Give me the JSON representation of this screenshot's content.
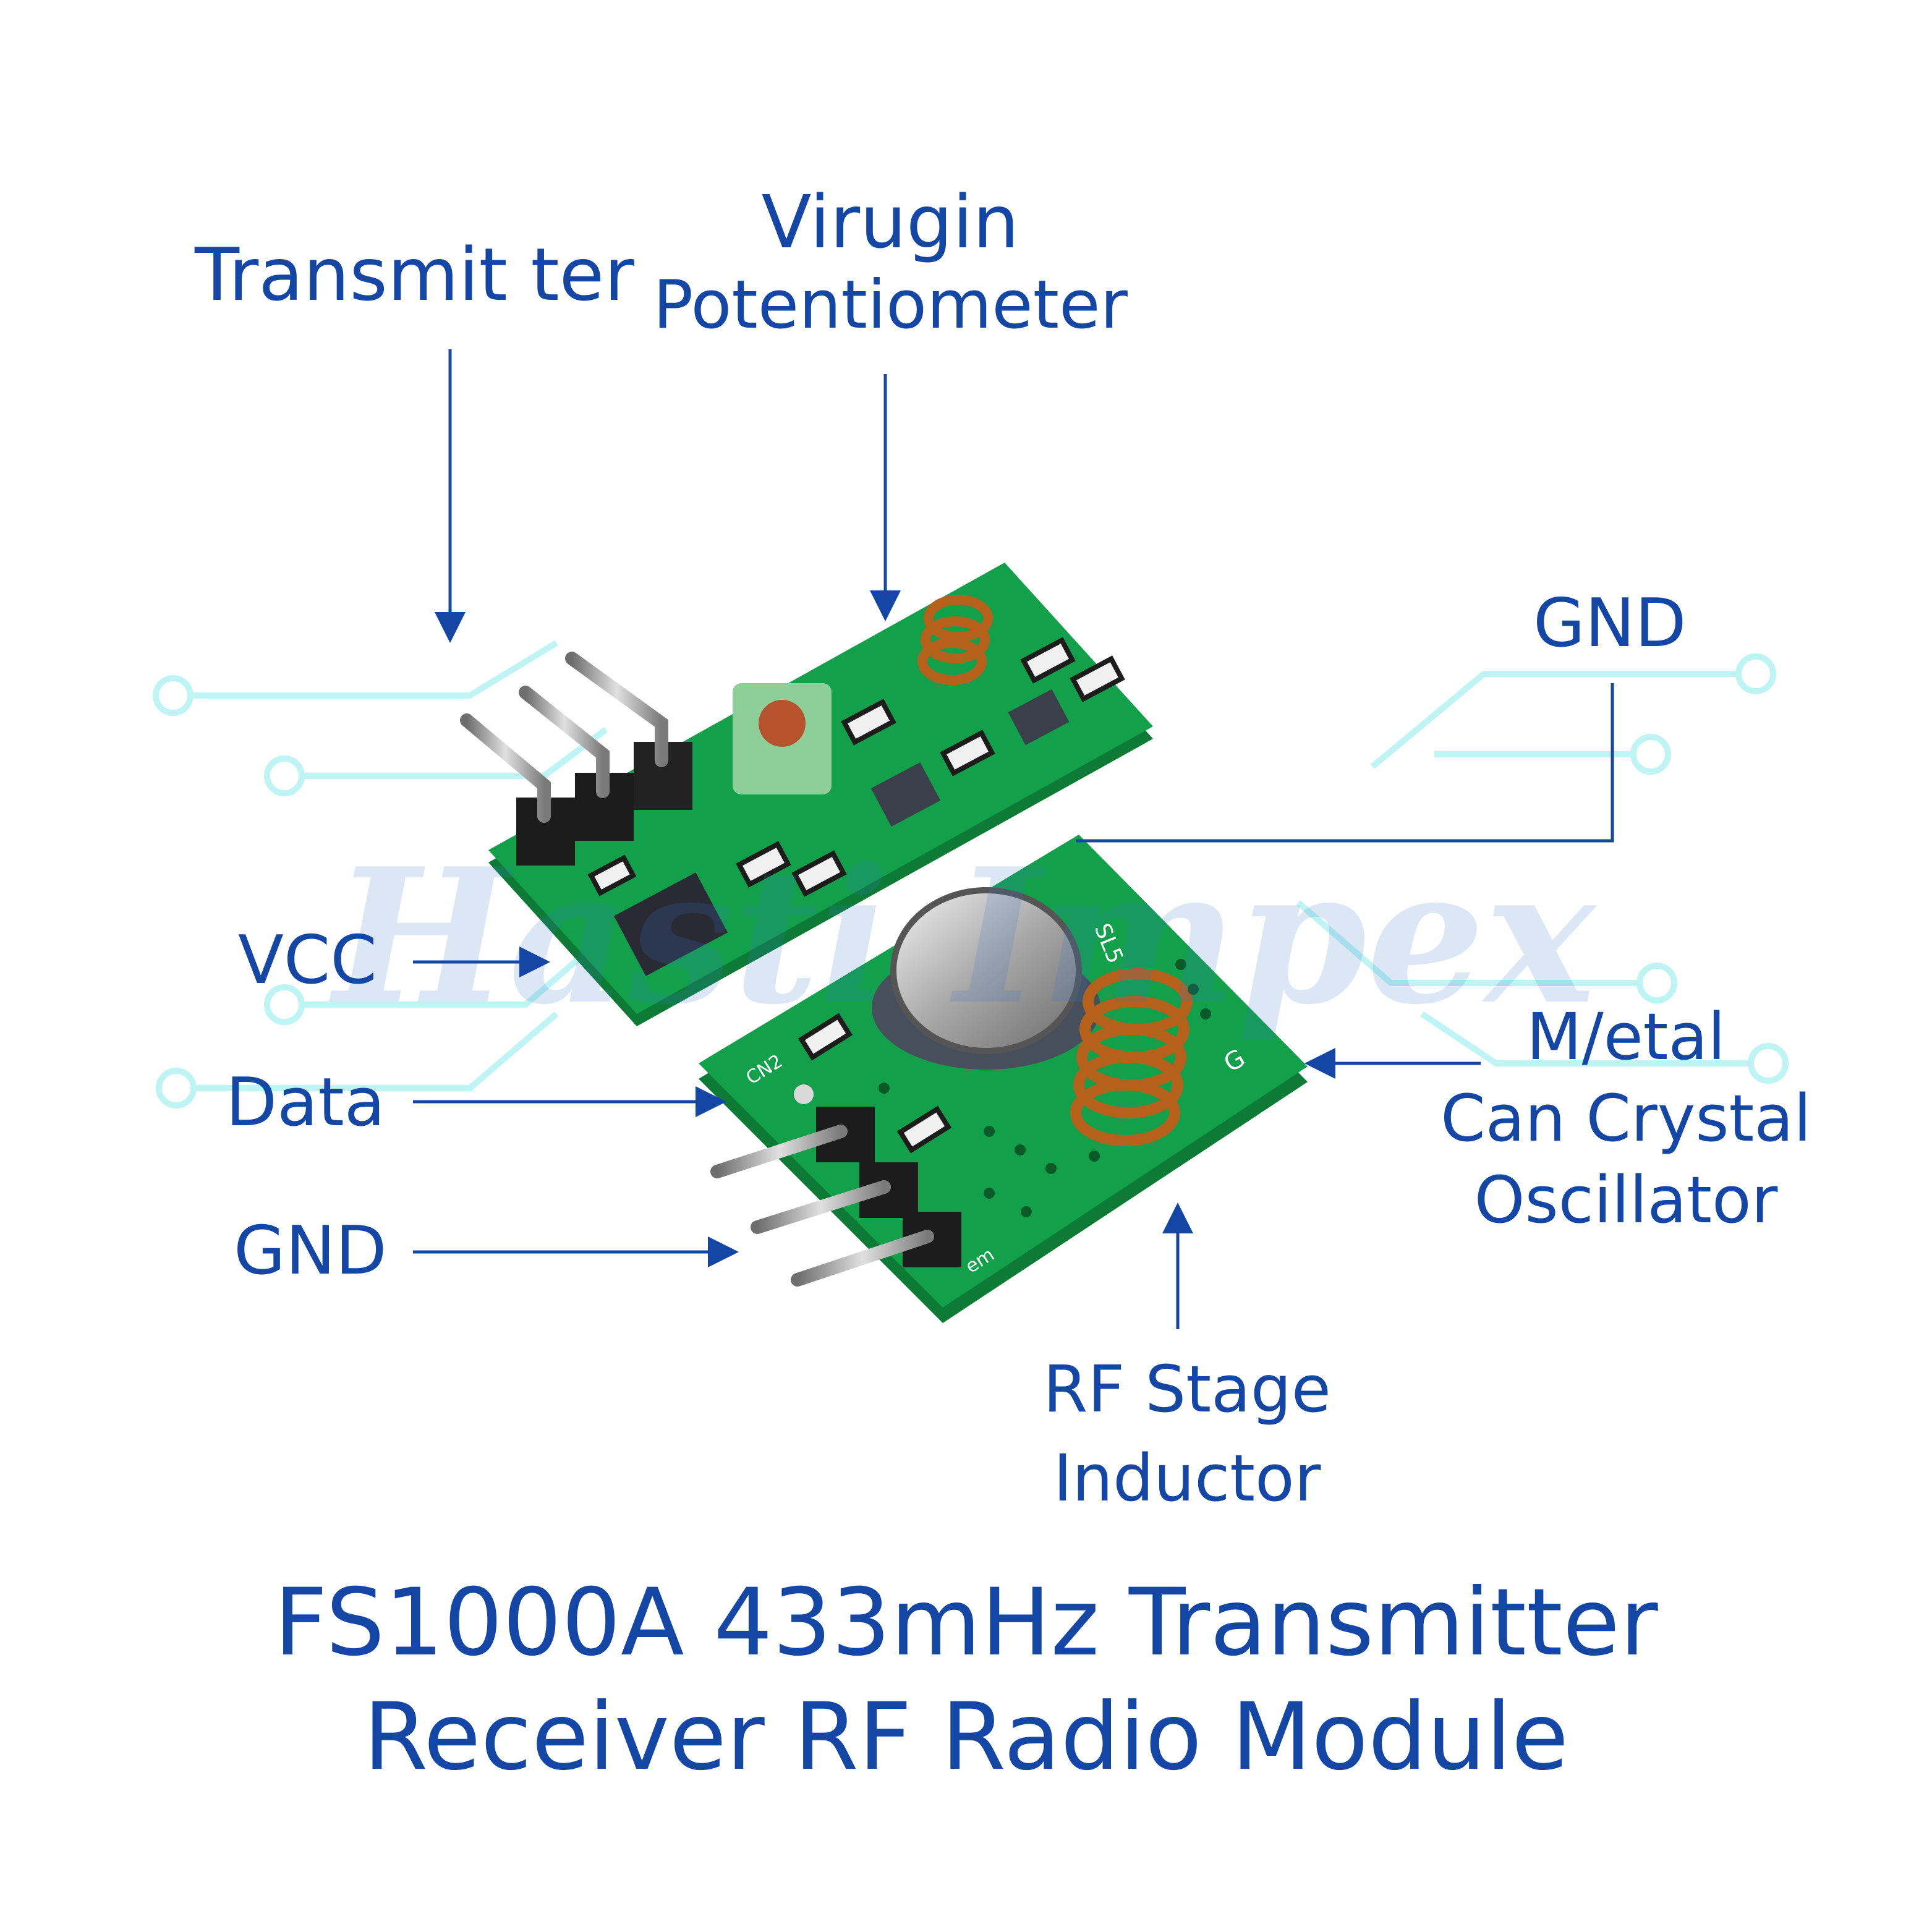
{
  "labels": {
    "transmitter": "Transmit ter",
    "virugin": "Virugin",
    "potentiometer": "Potentiometer",
    "gnd_top": "GND",
    "vcc": "VCC",
    "data": "Data",
    "gnd_bottom": "GND",
    "metal_line1": "M/etal",
    "metal_line2": "Can Crystal",
    "metal_line3": "Oscillator",
    "rf_line1": "RF Stage",
    "rf_line2": "Inductor"
  },
  "title": {
    "line1": "FS1000A 433mHz Transmitter",
    "line2": "Receiver RF Radio Module"
  },
  "pcb_markings": {
    "receiver_top": "SL5",
    "receiver_side": "G",
    "receiver_pad_a": "CN2",
    "receiver_pad_b": "em"
  },
  "watermark": "Hasti Impex",
  "colors": {
    "label_blue": "#1446a6",
    "pcb_green": "#12a04a",
    "pcb_dark": "#0d7a36",
    "circuit_cyan": "#bff4f4",
    "copper": "#b5611c"
  }
}
